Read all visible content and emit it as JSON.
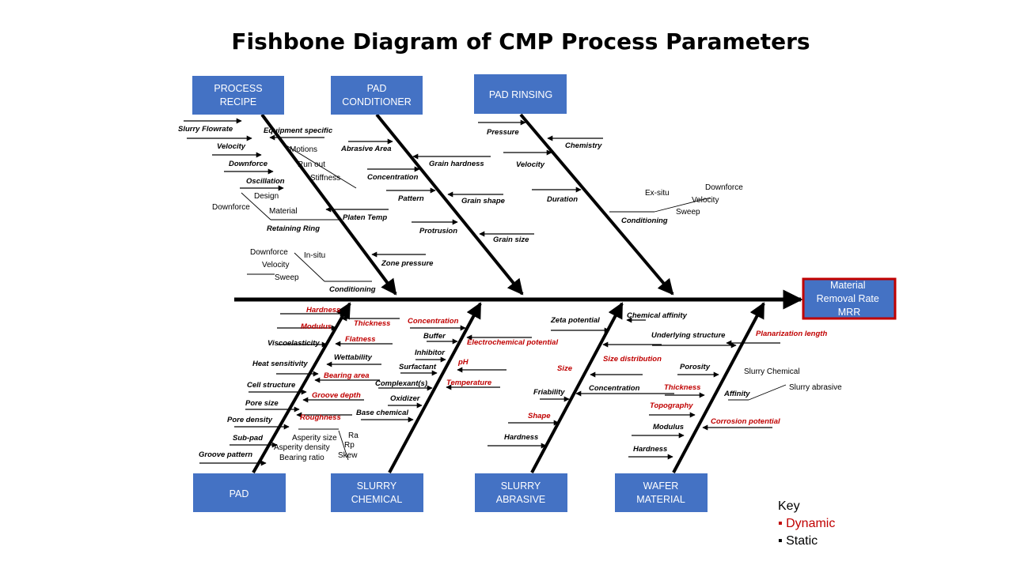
{
  "title": "Fishbone Diagram of CMP Process Parameters",
  "colors": {
    "category_fill": "#4472C4",
    "effect_border": "#C00000",
    "dynamic": "#C00000",
    "static": "#000000"
  },
  "effect": [
    "Material",
    "Removal Rate",
    "MRR"
  ],
  "categories": {
    "process_recipe": [
      "PROCESS",
      "RECIPE"
    ],
    "pad_conditioner": [
      "PAD",
      "CONDITIONER"
    ],
    "pad_rinsing": [
      "PAD RINSING"
    ],
    "pad": [
      "PAD"
    ],
    "slurry_chemical": [
      "SLURRY",
      "CHEMICAL"
    ],
    "slurry_abrasive": [
      "SLURRY",
      "ABRASIVE"
    ],
    "wafer_material": [
      "WAFER",
      "MATERIAL"
    ]
  },
  "labels": [
    {
      "id": "pr-slurry-flowrate",
      "text": "Slurry Flowrate",
      "style": "d"
    },
    {
      "id": "pr-equipment-specific",
      "text": "Equipment specific",
      "style": "d"
    },
    {
      "id": "pr-velocity",
      "text": "Velocity",
      "style": "d"
    },
    {
      "id": "pr-motions",
      "text": "Motions",
      "style": "p"
    },
    {
      "id": "pr-run-out",
      "text": "Run out",
      "style": "p"
    },
    {
      "id": "pr-stiffness",
      "text": "Stiffness",
      "style": "p"
    },
    {
      "id": "pr-downforce",
      "text": "Downforce",
      "style": "d"
    },
    {
      "id": "pr-oscillation",
      "text": "Oscillation",
      "style": "d"
    },
    {
      "id": "pr-design",
      "text": "Design",
      "style": "p"
    },
    {
      "id": "pr-rr-downforce",
      "text": "Downforce",
      "style": "p"
    },
    {
      "id": "pr-material",
      "text": "Material",
      "style": "p"
    },
    {
      "id": "pr-retaining-ring",
      "text": "Retaining Ring",
      "style": "d"
    },
    {
      "id": "pr-platen-temp",
      "text": "Platen Temp",
      "style": "d"
    },
    {
      "id": "pr-cond-downforce",
      "text": "Downforce",
      "style": "p"
    },
    {
      "id": "pr-in-situ",
      "text": "In-situ",
      "style": "p"
    },
    {
      "id": "pr-cond-velocity",
      "text": "Velocity",
      "style": "p"
    },
    {
      "id": "pr-cond-sweep",
      "text": "Sweep",
      "style": "p"
    },
    {
      "id": "pr-zone-pressure",
      "text": "Zone pressure",
      "style": "d"
    },
    {
      "id": "pr-conditioning",
      "text": "Conditioning",
      "style": "d"
    },
    {
      "id": "pc-abrasive-area",
      "text": "Abrasive Area",
      "style": "d"
    },
    {
      "id": "pc-grain-hardness",
      "text": "Grain hardness",
      "style": "d"
    },
    {
      "id": "pc-concentration",
      "text": "Concentration",
      "style": "d"
    },
    {
      "id": "pc-pattern",
      "text": "Pattern",
      "style": "d"
    },
    {
      "id": "pc-grain-shape",
      "text": "Grain shape",
      "style": "d"
    },
    {
      "id": "pc-protrusion",
      "text": "Protrusion",
      "style": "d"
    },
    {
      "id": "pc-grain-size",
      "text": "Grain size",
      "style": "d"
    },
    {
      "id": "rn-pressure",
      "text": "Pressure",
      "style": "d"
    },
    {
      "id": "rn-chemistry",
      "text": "Chemistry",
      "style": "d"
    },
    {
      "id": "rn-velocity",
      "text": "Velocity",
      "style": "d"
    },
    {
      "id": "rn-duration",
      "text": "Duration",
      "style": "d"
    },
    {
      "id": "rn-ex-situ",
      "text": "Ex-situ",
      "style": "p"
    },
    {
      "id": "rn-downforce",
      "text": "Downforce",
      "style": "p"
    },
    {
      "id": "rn-velocity2",
      "text": "Velocity",
      "style": "p"
    },
    {
      "id": "rn-sweep",
      "text": "Sweep",
      "style": "p"
    },
    {
      "id": "rn-conditioning",
      "text": "Conditioning",
      "style": "d"
    },
    {
      "id": "pad-hardness",
      "text": "Hardness",
      "style": "r"
    },
    {
      "id": "pad-modulus",
      "text": "Modulus",
      "style": "r"
    },
    {
      "id": "pad-thickness",
      "text": "Thickness",
      "style": "r"
    },
    {
      "id": "pad-flatness",
      "text": "Flatness",
      "style": "r"
    },
    {
      "id": "pad-viscoelasticity",
      "text": "Viscoelasticity",
      "style": "d"
    },
    {
      "id": "pad-wettability",
      "text": "Wettability",
      "style": "d"
    },
    {
      "id": "pad-heat-sensitivity",
      "text": "Heat sensitivity",
      "style": "d"
    },
    {
      "id": "pad-bearing-area",
      "text": "Bearing area",
      "style": "r"
    },
    {
      "id": "pad-cell-structure",
      "text": "Cell structure",
      "style": "d"
    },
    {
      "id": "pad-groove-depth",
      "text": "Groove depth",
      "style": "r"
    },
    {
      "id": "pad-pore-size",
      "text": "Pore size",
      "style": "d"
    },
    {
      "id": "pad-pore-density",
      "text": "Pore density",
      "style": "d"
    },
    {
      "id": "pad-roughness",
      "text": "Roughness",
      "style": "r"
    },
    {
      "id": "pad-sub-pad",
      "text": "Sub-pad",
      "style": "d"
    },
    {
      "id": "pad-asperity-size",
      "text": "Asperity size",
      "style": "p"
    },
    {
      "id": "pad-ra",
      "text": "Ra",
      "style": "p"
    },
    {
      "id": "pad-asperity-density",
      "text": "Asperity density",
      "style": "p"
    },
    {
      "id": "pad-rp",
      "text": "Rp",
      "style": "p"
    },
    {
      "id": "pad-groove-pattern",
      "text": "Groove pattern",
      "style": "d"
    },
    {
      "id": "pad-bearing-ratio",
      "text": "Bearing ratio",
      "style": "p"
    },
    {
      "id": "pad-skew",
      "text": "Skew",
      "style": "p"
    },
    {
      "id": "sc-concentration",
      "text": "Concentration",
      "style": "r"
    },
    {
      "id": "sc-buffer",
      "text": "Buffer",
      "style": "d"
    },
    {
      "id": "sc-electrochemical",
      "text": "Electrochemical potential",
      "style": "r"
    },
    {
      "id": "sc-inhibitor",
      "text": "Inhibitor",
      "style": "d"
    },
    {
      "id": "sc-ph",
      "text": "pH",
      "style": "r"
    },
    {
      "id": "sc-surfactant",
      "text": "Surfactant",
      "style": "d"
    },
    {
      "id": "sc-complexant",
      "text": "Complexant(s)",
      "style": "d"
    },
    {
      "id": "sc-temperature",
      "text": "Temperature",
      "style": "r"
    },
    {
      "id": "sc-oxidizer",
      "text": "Oxidizer",
      "style": "d"
    },
    {
      "id": "sc-base-chemical",
      "text": "Base chemical",
      "style": "d"
    },
    {
      "id": "sa-zeta-potential",
      "text": "Zeta potential",
      "style": "d"
    },
    {
      "id": "sa-size-distribution",
      "text": "Size distribution",
      "style": "r"
    },
    {
      "id": "sa-size",
      "text": "Size",
      "style": "r"
    },
    {
      "id": "sa-concentration",
      "text": "Concentration",
      "style": "d"
    },
    {
      "id": "sa-friability",
      "text": "Friability",
      "style": "d"
    },
    {
      "id": "sa-shape",
      "text": "Shape",
      "style": "r"
    },
    {
      "id": "sa-hardness",
      "text": "Hardness",
      "style": "d"
    },
    {
      "id": "wm-chemical-affinity",
      "text": "Chemical affinity",
      "style": "d"
    },
    {
      "id": "wm-underlying-structure",
      "text": "Underlying structure",
      "style": "d"
    },
    {
      "id": "wm-planarization-length",
      "text": "Planarization length",
      "style": "r"
    },
    {
      "id": "wm-porosity",
      "text": "Porosity",
      "style": "d"
    },
    {
      "id": "wm-slurry-chemical",
      "text": "Slurry Chemical",
      "style": "p"
    },
    {
      "id": "wm-thickness",
      "text": "Thickness",
      "style": "r"
    },
    {
      "id": "wm-slurry-abrasive",
      "text": "Slurry abrasive",
      "style": "p"
    },
    {
      "id": "wm-affinity",
      "text": "Affinity",
      "style": "d"
    },
    {
      "id": "wm-topography",
      "text": "Topography",
      "style": "r"
    },
    {
      "id": "wm-corrosion-potential",
      "text": "Corrosion potential",
      "style": "r"
    },
    {
      "id": "wm-modulus",
      "text": "Modulus",
      "style": "d"
    },
    {
      "id": "wm-hardness",
      "text": "Hardness",
      "style": "d"
    }
  ],
  "key": {
    "title": "Key",
    "dynamic": "Dynamic",
    "static": "Static",
    "bullet": "▪"
  }
}
